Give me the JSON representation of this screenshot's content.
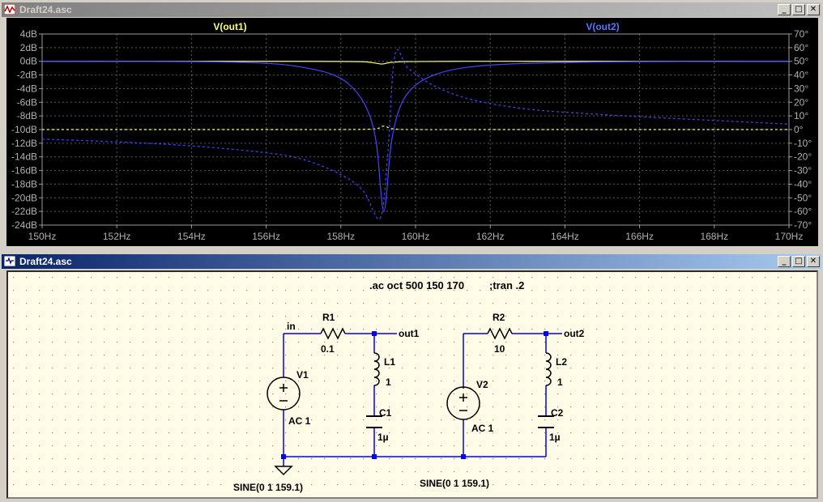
{
  "plot_window": {
    "title": "Draft24.asc",
    "controls": {
      "minimize": "_",
      "maximize": "□",
      "close": "✕"
    }
  },
  "schematic_window": {
    "title": "Draft24.asc",
    "controls": {
      "minimize": "_",
      "maximize": "□",
      "close": "✕"
    }
  },
  "colors": {
    "trace1": "#ffff66",
    "trace2": "#4444ff",
    "plot_bg": "#000000",
    "grid": "#555555",
    "wire": "#0000ff",
    "schem_bg": "#fffbe6"
  },
  "chart_data": {
    "type": "line",
    "legend": [
      "V(out1)",
      "V(out2)"
    ],
    "x_ticks": [
      "150Hz",
      "152Hz",
      "154Hz",
      "156Hz",
      "158Hz",
      "160Hz",
      "162Hz",
      "164Hz",
      "166Hz",
      "168Hz",
      "170Hz"
    ],
    "xlim": [
      150,
      170
    ],
    "y_left_ticks": [
      "4dB",
      "2dB",
      "0dB",
      "-2dB",
      "-4dB",
      "-6dB",
      "-8dB",
      "-10dB",
      "-12dB",
      "-14dB",
      "-16dB",
      "-18dB",
      "-20dB",
      "-22dB",
      "-24dB"
    ],
    "ylim_left": [
      -24,
      4
    ],
    "y_right_ticks": [
      "70°",
      "60°",
      "50°",
      "40°",
      "30°",
      "20°",
      "10°",
      "0°",
      "-10°",
      "-20°",
      "-30°",
      "-40°",
      "-50°",
      "-60°",
      "-70°"
    ],
    "ylim_right": [
      -70,
      70
    ],
    "series": [
      {
        "name": "V(out1)",
        "kind": "magnitude_dB",
        "x": [
          150,
          154,
          157,
          158.5,
          158.9,
          159.1,
          159.3,
          159.7,
          161,
          163,
          170
        ],
        "y": [
          0,
          0,
          0,
          -0.05,
          -0.25,
          -0.4,
          -0.2,
          -0.05,
          0,
          0,
          0
        ]
      },
      {
        "name": "V(out1)",
        "kind": "phase_deg",
        "x": [
          150,
          156,
          158,
          158.9,
          159.15,
          159.4,
          160,
          162,
          170
        ],
        "y": [
          0,
          0,
          0,
          0.5,
          2.5,
          0.5,
          0,
          0,
          0
        ]
      },
      {
        "name": "V(out2)",
        "kind": "magnitude_dB",
        "x": [
          150,
          154,
          156,
          157,
          157.8,
          158.3,
          158.7,
          158.95,
          159.15,
          159.35,
          159.6,
          160,
          160.6,
          161.5,
          163,
          166,
          170
        ],
        "y": [
          0,
          -0.05,
          -0.3,
          -0.9,
          -2,
          -3.8,
          -7,
          -12,
          -22,
          -12,
          -6.5,
          -3.5,
          -1.8,
          -0.8,
          -0.3,
          -0.05,
          0
        ],
        "style": "solid"
      },
      {
        "name": "V(out2)",
        "kind": "phase_deg",
        "x": [
          150,
          152,
          154,
          156,
          157,
          158,
          158.6,
          159.05,
          159.25,
          159.45,
          159.8,
          160.5,
          161.5,
          163,
          165,
          167,
          170
        ],
        "y": [
          -7,
          -9,
          -12,
          -17,
          -22,
          -33,
          -45,
          -65,
          -20,
          55,
          45,
          32,
          22,
          15,
          11,
          8,
          4
        ],
        "style": "dashed"
      }
    ]
  },
  "schematic": {
    "directive": ".ac oct 500 150 170",
    "directive2": ";tran .2",
    "net_in": "in",
    "net_out1": "out1",
    "net_out2": "out2",
    "r1_name": "R1",
    "r1_value": "0.1",
    "r2_name": "R2",
    "r2_value": "10",
    "l1_name": "L1",
    "l1_value": "1",
    "l2_name": "L2",
    "l2_value": "1",
    "c1_name": "C1",
    "c1_value": "1µ",
    "c2_name": "C2",
    "c2_value": "1µ",
    "v1_name": "V1",
    "v1_ac": "AC 1",
    "v1_sine": "SINE(0 1 159.1)",
    "v2_name": "V2",
    "v2_ac": "AC 1",
    "v2_sine": "SINE(0 1 159.1)"
  }
}
